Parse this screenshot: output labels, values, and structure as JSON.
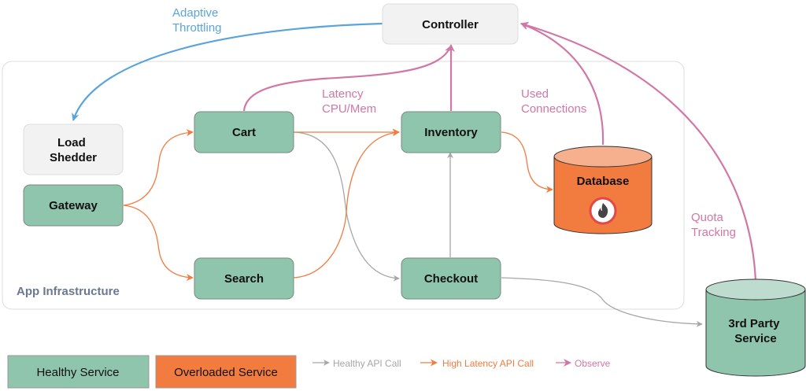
{
  "colors": {
    "healthy_fill": "#8fc4ad",
    "healthy_stroke": "#7a8a82",
    "overloaded_fill": "#f27b40",
    "overloaded_top": "#f7b08e",
    "neutral_fill": "#f2f2f2",
    "neutral_stroke": "#dddddd",
    "healthy_call": "#a6a6a6",
    "high_latency_call": "#f27b40",
    "observe": "#d177a6",
    "throttle": "#5ba4d9",
    "group_label": "#6b7890",
    "fire_ring": "#e14848",
    "fire_glyph": "#444444",
    "cylinder_healthy_top": "#bddccf"
  },
  "group": {
    "label": "App Infrastructure"
  },
  "nodes": {
    "controller": "Controller",
    "load_shedder": [
      "Load",
      "Shedder"
    ],
    "gateway": "Gateway",
    "cart": "Cart",
    "search": "Search",
    "inventory": "Inventory",
    "checkout": "Checkout",
    "database": "Database",
    "third_party": [
      "3rd Party",
      "Service"
    ]
  },
  "icons": {
    "database_status": "fire-icon"
  },
  "edge_labels": {
    "adaptive_throttling": [
      "Adaptive",
      "Throttling"
    ],
    "latency_cpu_mem": [
      "Latency",
      "CPU/Mem"
    ],
    "used_connections": [
      "Used",
      "Connections"
    ],
    "quota_tracking": [
      "Quota",
      "Tracking"
    ]
  },
  "edges": [
    {
      "from": "Gateway",
      "to": "Cart",
      "type": "high_latency"
    },
    {
      "from": "Gateway",
      "to": "Search",
      "type": "high_latency"
    },
    {
      "from": "Cart",
      "to": "Inventory",
      "type": "high_latency"
    },
    {
      "from": "Search",
      "to": "Inventory",
      "type": "high_latency"
    },
    {
      "from": "Cart",
      "to": "Checkout",
      "type": "healthy"
    },
    {
      "from": "Checkout",
      "to": "Inventory",
      "type": "healthy"
    },
    {
      "from": "Inventory",
      "to": "Database",
      "type": "high_latency"
    },
    {
      "from": "Checkout",
      "to": "3rd Party Service",
      "type": "healthy"
    },
    {
      "from": "Cart",
      "to": "Controller",
      "type": "observe"
    },
    {
      "from": "Inventory",
      "to": "Controller",
      "type": "observe"
    },
    {
      "from": "Database",
      "to": "Controller",
      "type": "observe"
    },
    {
      "from": "3rd Party Service",
      "to": "Controller",
      "type": "observe"
    },
    {
      "from": "Controller",
      "to": "Load Shedder",
      "type": "throttle"
    }
  ],
  "legend": {
    "healthy_service": "Healthy Service",
    "overloaded_service": "Overloaded Service",
    "healthy_api_call": "Healthy API Call",
    "high_latency_api_call": "High Latency API Call",
    "observe": "Observe"
  }
}
